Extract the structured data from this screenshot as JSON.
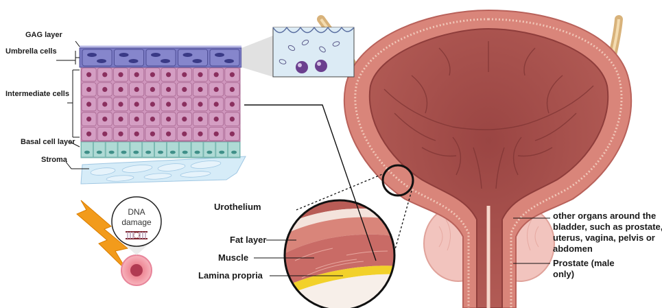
{
  "layers": {
    "gag": "GAG  layer",
    "umbrella": "Umbrella cells",
    "intermediate": "Intermediate cells",
    "basal": "Basal cell layer",
    "stroma": "Stroma"
  },
  "urothelium": "Urothelium",
  "zoom_labels": {
    "fat": "Fat layer",
    "muscle": "Muscle",
    "lamina": "Lamina propria"
  },
  "dna": {
    "line1": "DNA",
    "line2": "damage"
  },
  "right_labels": {
    "organs": [
      "other organs around the",
      "bladder, such as prostate,",
      "uterus, vagina, pelvis or",
      "abdomen"
    ],
    "prostate": [
      "Prostate (male",
      "only)"
    ]
  },
  "colors": {
    "umbrella": "#7b7bc4",
    "intermediate": "#c98bb4",
    "basal": "#9fcfca",
    "stroma": "#cfe6f4",
    "bladder_wall": "#d9857a",
    "bladder_inner": "#a7514c",
    "prostate": "#f2c4be",
    "fat": "#f2d12a"
  }
}
